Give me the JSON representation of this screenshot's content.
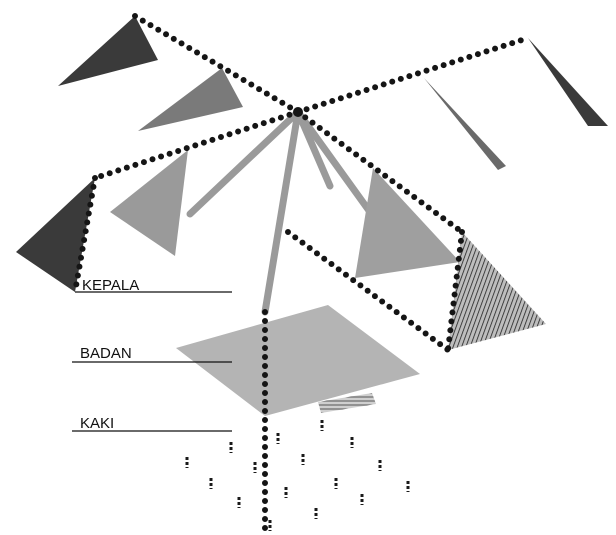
{
  "title": "",
  "labels": {
    "head": "KEPALA",
    "body": "BADAN",
    "feet": "KAKI"
  },
  "colors": {
    "dark_sail": "#3a3a3a",
    "mid_sail": "#7a7a7a",
    "light_sail": "#999999",
    "platform": "#b4b4b4",
    "pole": "#9a9a9a",
    "dots": "#151515",
    "line": "#111111"
  }
}
